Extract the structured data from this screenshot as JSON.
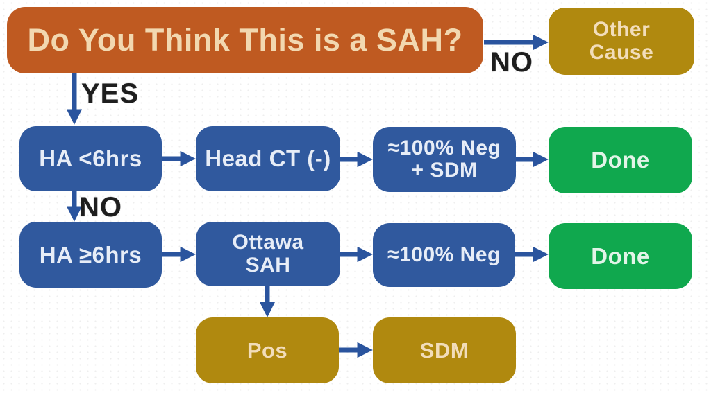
{
  "diagram": {
    "type": "flowchart",
    "nodes": {
      "question": {
        "label": "Do You Think This is a SAH?"
      },
      "other_cause": {
        "line1": "Other",
        "line2": "Cause"
      },
      "ha_lt6": {
        "label": "HA <6hrs"
      },
      "head_ct": {
        "label": "Head CT (-)"
      },
      "neg_sdm": {
        "line1": "≈100% Neg",
        "line2": "+ SDM"
      },
      "done_1": {
        "label": "Done"
      },
      "ha_ge6": {
        "label": "HA ≥6hrs"
      },
      "ottawa": {
        "line1": "Ottawa",
        "line2": "SAH"
      },
      "neg_100": {
        "label": "≈100% Neg"
      },
      "done_2": {
        "label": "Done"
      },
      "pos": {
        "label": "Pos"
      },
      "sdm": {
        "label": "SDM"
      }
    },
    "edge_labels": {
      "no_top": "NO",
      "yes": "YES",
      "no_mid": "NO"
    },
    "colors": {
      "question_box": "#bf5a21",
      "decision_box": "#30599e",
      "outcome_box": "#b0890f",
      "done_box": "#10a84e",
      "arrow": "#2a549e",
      "edge_label_text": "#1e1e1e",
      "cream_text": "#f2ddba",
      "light_blue_text": "#e7edf7"
    }
  }
}
